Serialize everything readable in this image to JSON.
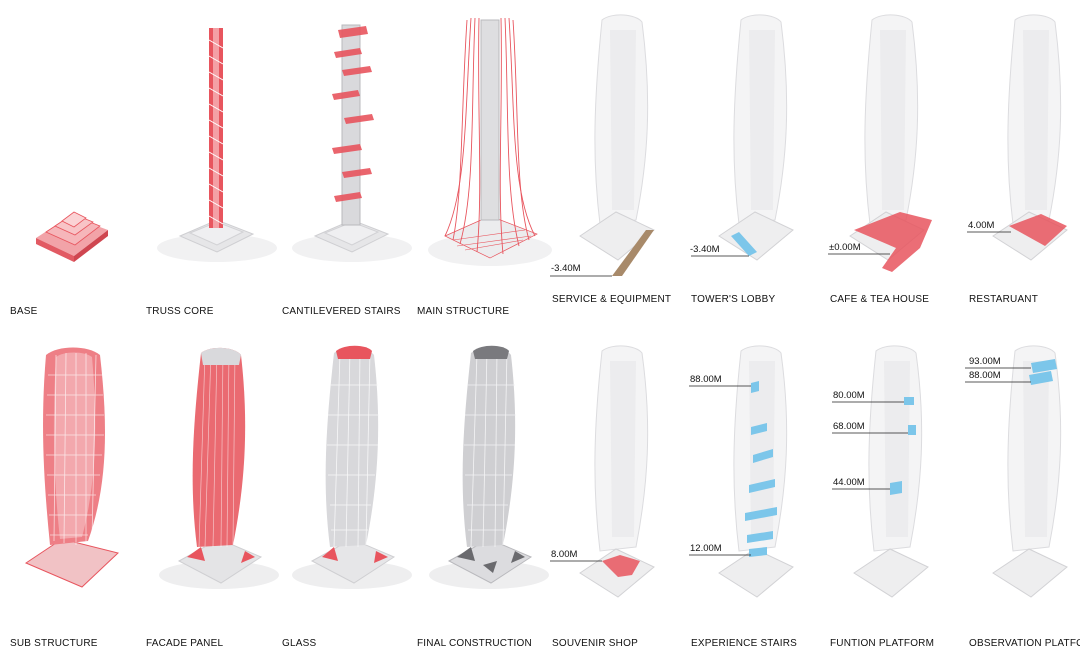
{
  "colors": {
    "red": "#e8555e",
    "red_light": "#f4a0a5",
    "blue": "#7cc6ea",
    "brown": "#a88a6a",
    "grey": "#c9c9cc",
    "grey_dark": "#7a7a7e"
  },
  "construction": {
    "top_row": {
      "base": "BASE",
      "truss_core": "TRUSS CORE",
      "cantilevered_stairs": "CANTILEVERED STAIRS",
      "main_structure": "MAIN STRUCTURE"
    },
    "bottom_row": {
      "sub_structure": "SUB STRUCTURE",
      "facade_panel": "FACADE PANEL",
      "glass": "GLASS",
      "final_construction": "FINAL CONSTRUCTION"
    }
  },
  "program": {
    "top_row": {
      "service": {
        "label": "SERVICE & EQUIPMENT",
        "levels": [
          "-3.40M"
        ]
      },
      "lobby": {
        "label": "TOWER'S LOBBY",
        "levels": [
          "-3.40M"
        ]
      },
      "cafe": {
        "label": "CAFE & TEA HOUSE",
        "levels": [
          "±0.00M"
        ]
      },
      "restaurant": {
        "label": "RESTARUANT",
        "levels": [
          "4.00M"
        ]
      }
    },
    "bottom_row": {
      "souvenir": {
        "label": "SOUVENIR SHOP",
        "levels": [
          "8.00M"
        ]
      },
      "experience": {
        "label": "EXPERIENCE STAIRS",
        "levels": [
          "88.00M",
          "12.00M"
        ]
      },
      "function": {
        "label": "FUNTION PLATFORM",
        "levels": [
          "80.00M",
          "68.00M",
          "44.00M"
        ]
      },
      "observation": {
        "label": "OBSERVATION PLATFORM",
        "levels": [
          "93.00M",
          "88.00M"
        ]
      }
    }
  }
}
